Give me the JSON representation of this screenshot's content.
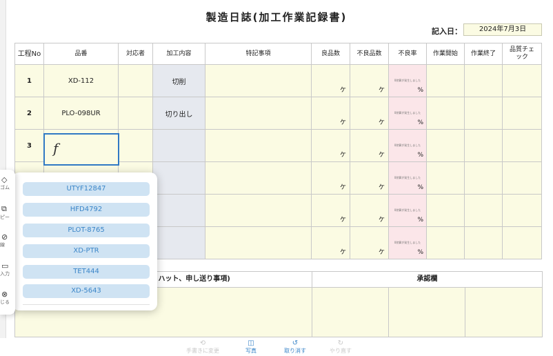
{
  "title": "製造日誌(加工作業記録書)",
  "entry_date": {
    "label": "記入日：",
    "value": "2024年7月3日"
  },
  "table": {
    "headers": [
      "工程No",
      "品番",
      "対応者",
      "加工内容",
      "特記事項",
      "良品数",
      "不良品数",
      "不良率",
      "作業開始",
      "作業終了",
      "品質チェック"
    ],
    "unit_count": "ケ",
    "rate_note": "0除算が発生しました",
    "rate_unit": "%",
    "rows": [
      {
        "no": "1",
        "part": "XD-112",
        "process": "切削"
      },
      {
        "no": "2",
        "part": "PLO-098UR",
        "process": "切り出し"
      },
      {
        "no": "3",
        "part": "",
        "process": ""
      },
      {
        "no": "",
        "part": "",
        "process": ""
      },
      {
        "no": "",
        "part": "",
        "process": ""
      },
      {
        "no": "",
        "part": "",
        "process": ""
      }
    ]
  },
  "handwriting_text": "f",
  "notes_header": "する気づき、ヒヤリハット、申し送り事項)",
  "approval_header": "承認欄",
  "suggestions": [
    "UTYF12847",
    "HFD4792",
    "PLOT-8765",
    "XD-PTR",
    "TET444",
    "XD-5643"
  ],
  "side_menu": [
    {
      "icon": "eraser-icon",
      "glyph": "◇",
      "label": "ゴム"
    },
    {
      "icon": "copy-icon",
      "glyph": "⧉",
      "label": "ピー"
    },
    {
      "icon": "strike-icon",
      "glyph": "⊘",
      "label": "線"
    },
    {
      "icon": "keyboard-icon",
      "glyph": "▭",
      "label": "入力"
    },
    {
      "icon": "close-icon",
      "glyph": "⊗",
      "label": "じる"
    }
  ],
  "bottom_bar": [
    {
      "icon": "convert-icon",
      "glyph": "⟲",
      "label": "手書きに変更",
      "enabled": false
    },
    {
      "icon": "camera-icon",
      "glyph": "◫",
      "label": "写真",
      "enabled": true
    },
    {
      "icon": "undo-icon",
      "glyph": "↺",
      "label": "取り消す",
      "enabled": true
    },
    {
      "icon": "redo-icon",
      "glyph": "↻",
      "label": "やり直す",
      "enabled": false
    }
  ]
}
